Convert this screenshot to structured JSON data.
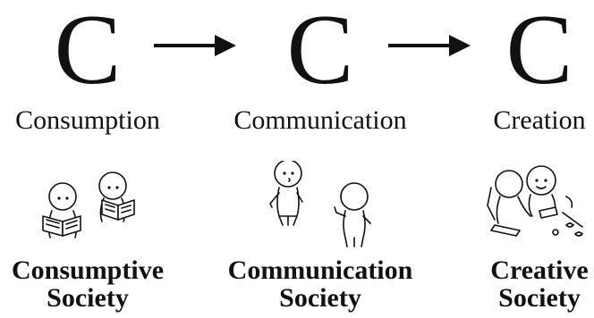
{
  "stages": [
    {
      "letter": "C",
      "label": "Consumption",
      "society_line1": "Consumptive",
      "society_line2": "Society"
    },
    {
      "letter": "C",
      "label": "Communication",
      "society_line1": "Communication",
      "society_line2": "Society"
    },
    {
      "letter": "C",
      "label": "Creation",
      "society_line1": "Creative",
      "society_line2": "Society"
    }
  ],
  "arrows": [
    "right-arrow-icon",
    "right-arrow-icon"
  ]
}
